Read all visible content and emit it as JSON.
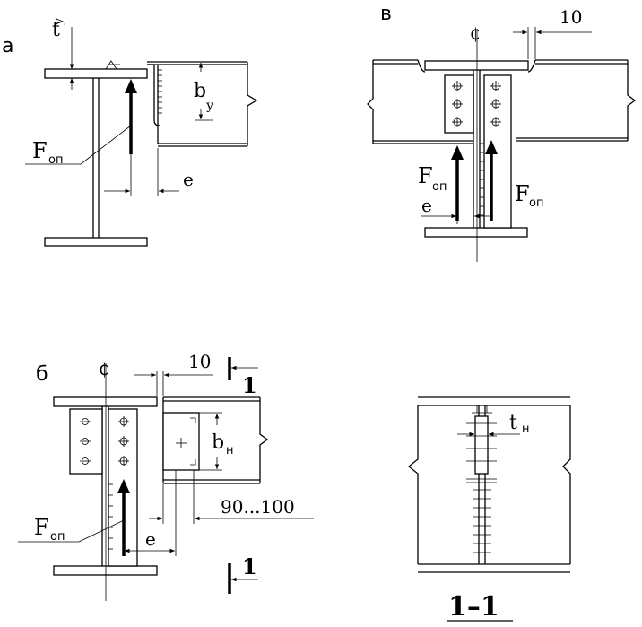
{
  "panels": {
    "a": {
      "letter": "а",
      "t_main": "t",
      "t_sub": "у",
      "b_main": "b",
      "b_sub": "у",
      "f_main": "F",
      "f_sub": "оп",
      "e": "e"
    },
    "b": {
      "letter": "б",
      "dim10": "10",
      "section_mark": "1",
      "b_main": "b",
      "b_sub": "н",
      "dim_range": "90...100",
      "f_main": "F",
      "f_sub": "оп",
      "e": "e"
    },
    "v": {
      "letter": "в",
      "dim10": "10",
      "f_left_main": "F",
      "f_left_sub": "оп",
      "f_right_main": "F",
      "f_right_sub": "оп",
      "e": "e"
    },
    "section": {
      "t_main": "t",
      "t_sub": "н",
      "caption": "1–1"
    }
  }
}
